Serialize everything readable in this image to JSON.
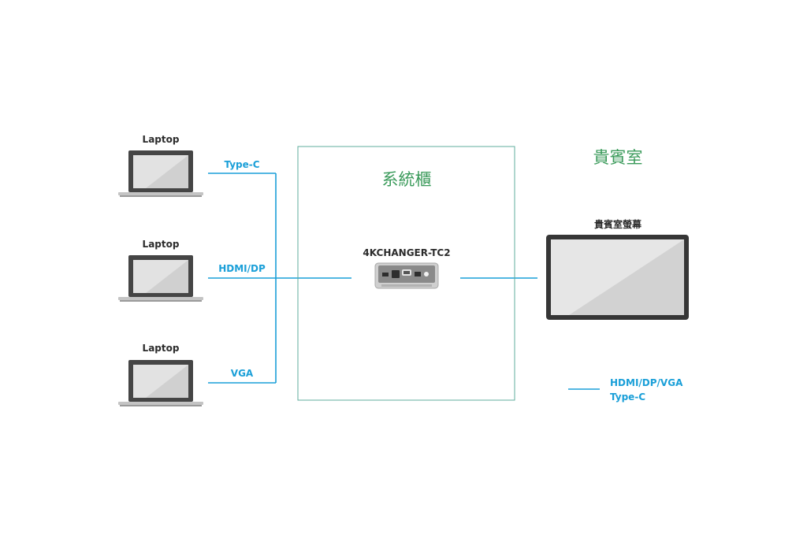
{
  "laptops": [
    {
      "label": "Laptop",
      "connection": "Type-C"
    },
    {
      "label": "Laptop",
      "connection": "HDMI/DP"
    },
    {
      "label": "Laptop",
      "connection": "VGA"
    }
  ],
  "cabinet": {
    "title": "系統櫃"
  },
  "device": {
    "name": "4KCHANGER-TC2"
  },
  "vip_room": {
    "title": "貴賓室",
    "display_label": "貴賓室螢幕"
  },
  "legend": {
    "line1": "HDMI/DP/VGA",
    "line2": "Type-C"
  },
  "colors": {
    "cable": "#1a9fd8",
    "cabinet_border": "#5fae9c",
    "room_text": "#3a9a5a"
  }
}
